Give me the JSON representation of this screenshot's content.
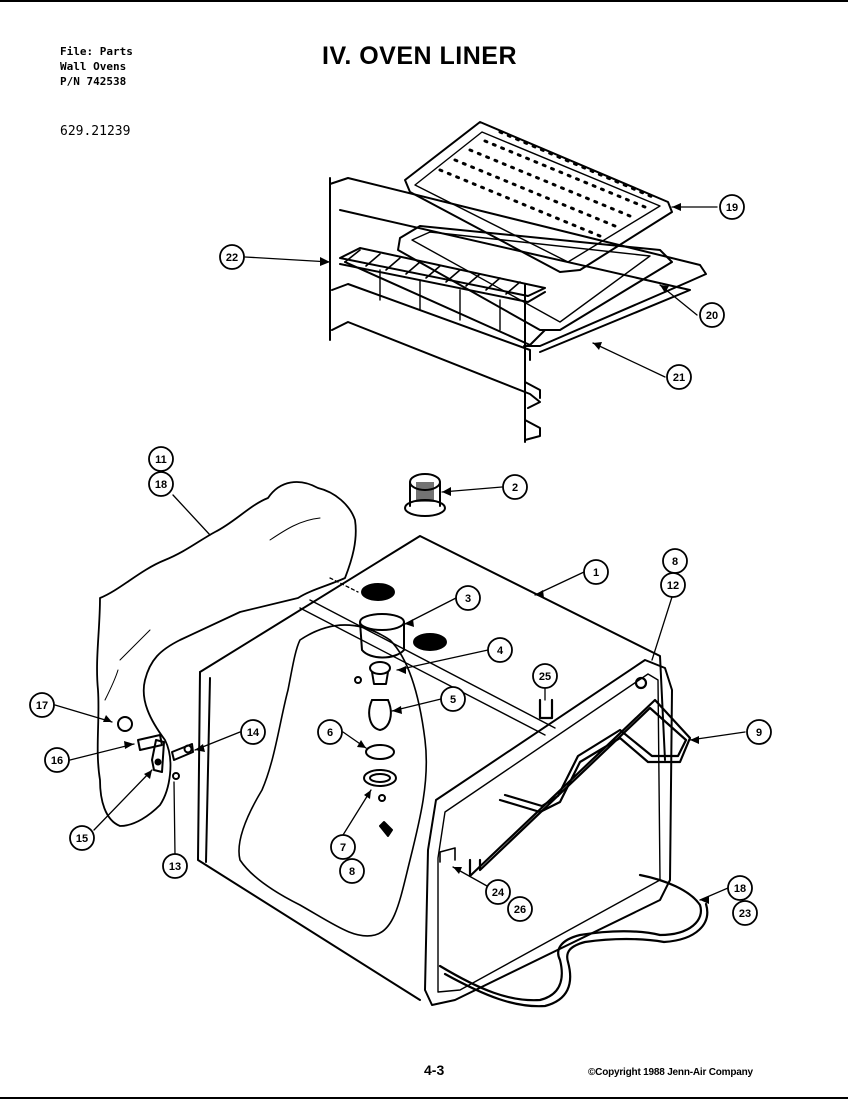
{
  "header": {
    "file_line": "File: Parts",
    "product_line": "Wall Ovens",
    "pn_line": "P/N 742538",
    "model_number": "629.21239",
    "title": "IV. OVEN LINER"
  },
  "footer": {
    "page_number": "4-3",
    "copyright": "©Copyright 1988 Jenn-Air Company"
  },
  "callouts": [
    {
      "id": "c19",
      "label": "19"
    },
    {
      "id": "c22",
      "label": "22"
    },
    {
      "id": "c20",
      "label": "20"
    },
    {
      "id": "c21",
      "label": "21"
    },
    {
      "id": "c11",
      "label": "11"
    },
    {
      "id": "c18a",
      "label": "18"
    },
    {
      "id": "c2",
      "label": "2"
    },
    {
      "id": "c1",
      "label": "1"
    },
    {
      "id": "c8a",
      "label": "8"
    },
    {
      "id": "c12",
      "label": "12"
    },
    {
      "id": "c3",
      "label": "3"
    },
    {
      "id": "c4",
      "label": "4"
    },
    {
      "id": "c25",
      "label": "25"
    },
    {
      "id": "c5",
      "label": "5"
    },
    {
      "id": "c9",
      "label": "9"
    },
    {
      "id": "c17",
      "label": "17"
    },
    {
      "id": "c14",
      "label": "14"
    },
    {
      "id": "c6",
      "label": "6"
    },
    {
      "id": "c16",
      "label": "16"
    },
    {
      "id": "c15",
      "label": "15"
    },
    {
      "id": "c13",
      "label": "13"
    },
    {
      "id": "c7",
      "label": "7"
    },
    {
      "id": "c8b",
      "label": "8"
    },
    {
      "id": "c24",
      "label": "24"
    },
    {
      "id": "c26",
      "label": "26"
    },
    {
      "id": "c18b",
      "label": "18"
    },
    {
      "id": "c23",
      "label": "23"
    }
  ]
}
